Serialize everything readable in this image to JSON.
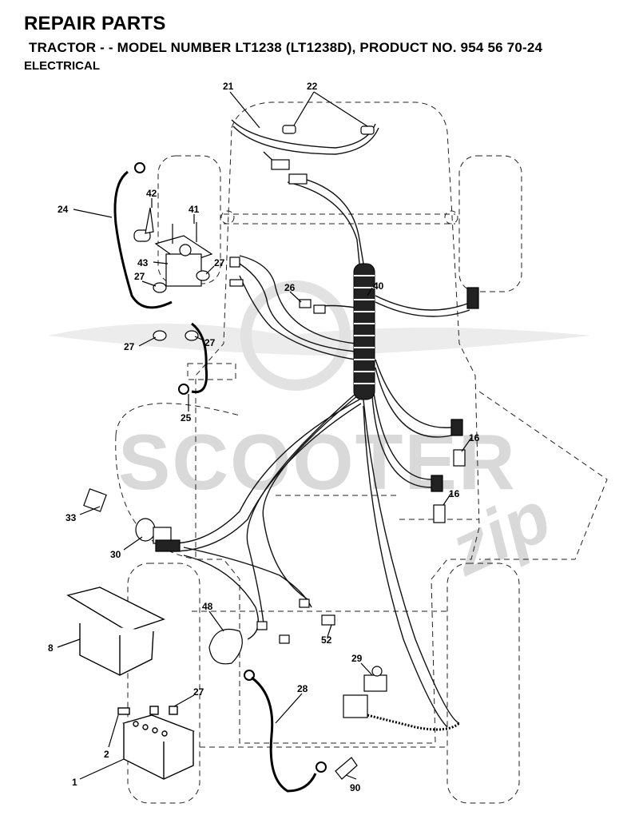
{
  "header": {
    "title": "REPAIR PARTS",
    "subtitle": "TRACTOR - - MODEL NUMBER LT1238 (LT1238D), PRODUCT NO. 954 56 70-24",
    "section": "ELECTRICAL"
  },
  "watermark": {
    "word1": "SCOOTER",
    "word2": "zip"
  },
  "callouts": [
    "21",
    "22",
    "24",
    "42",
    "41",
    "43",
    "27",
    "27",
    "27",
    "27",
    "26",
    "40",
    "25",
    "16",
    "16",
    "33",
    "30",
    "48",
    "52",
    "8",
    "29",
    "27",
    "28",
    "2",
    "1",
    "90"
  ]
}
